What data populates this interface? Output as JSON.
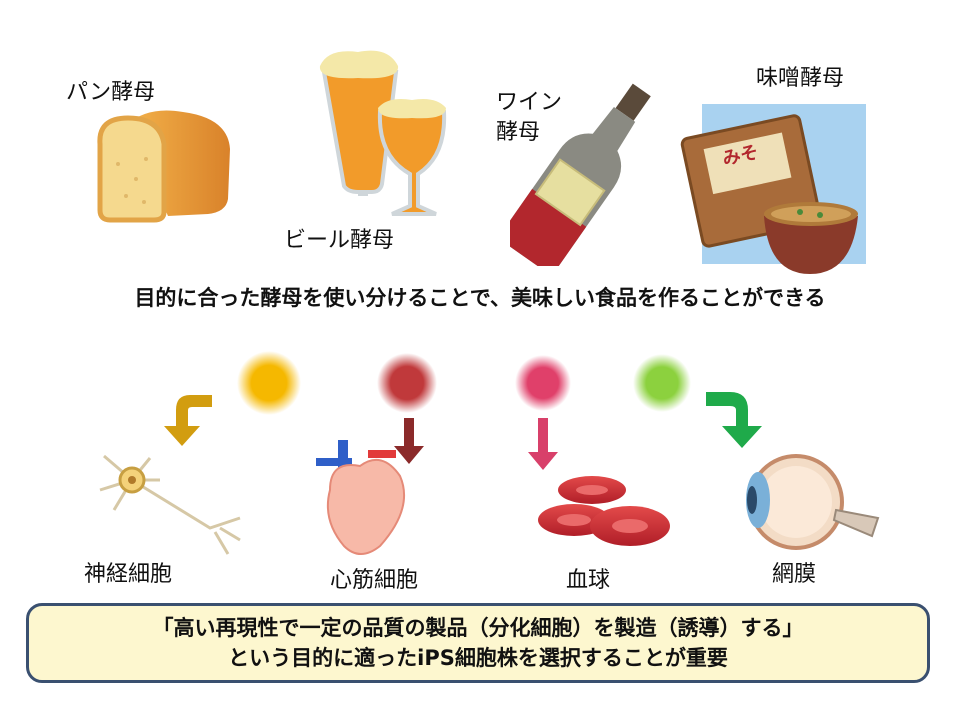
{
  "yeasts": {
    "bread": "パン酵母",
    "beer": "ビール酵母",
    "wine_line1": "ワイン",
    "wine_line2": "酵母",
    "miso": "味噌酵母",
    "miso_bag_text": "みそ"
  },
  "headline": "目的に合った酵母を使い分けることで、美味しい食品を作ることができる",
  "cells": {
    "neuron": "神経細胞",
    "cardiomyocyte": "心筋細胞",
    "blood": "血球",
    "retina": "網膜"
  },
  "colors": {
    "neuron_dot": "#f5b800",
    "heart_dot": "#c0393b",
    "blood_dot": "#e0406a",
    "retina_dot": "#8cd13e",
    "neuron_arrow": "#d29d10",
    "heart_arrow": "#8b2a2a",
    "blood_arrow": "#d8406a",
    "retina_arrow": "#1faa4a",
    "callout_bg": "#fdf7cf",
    "callout_border": "#3a5070"
  },
  "callout": {
    "line1": "「高い再現性で一定の品質の製品（分化細胞）を製造（誘導）する」",
    "line2": "という目的に適ったiPS細胞株を選択することが重要"
  }
}
